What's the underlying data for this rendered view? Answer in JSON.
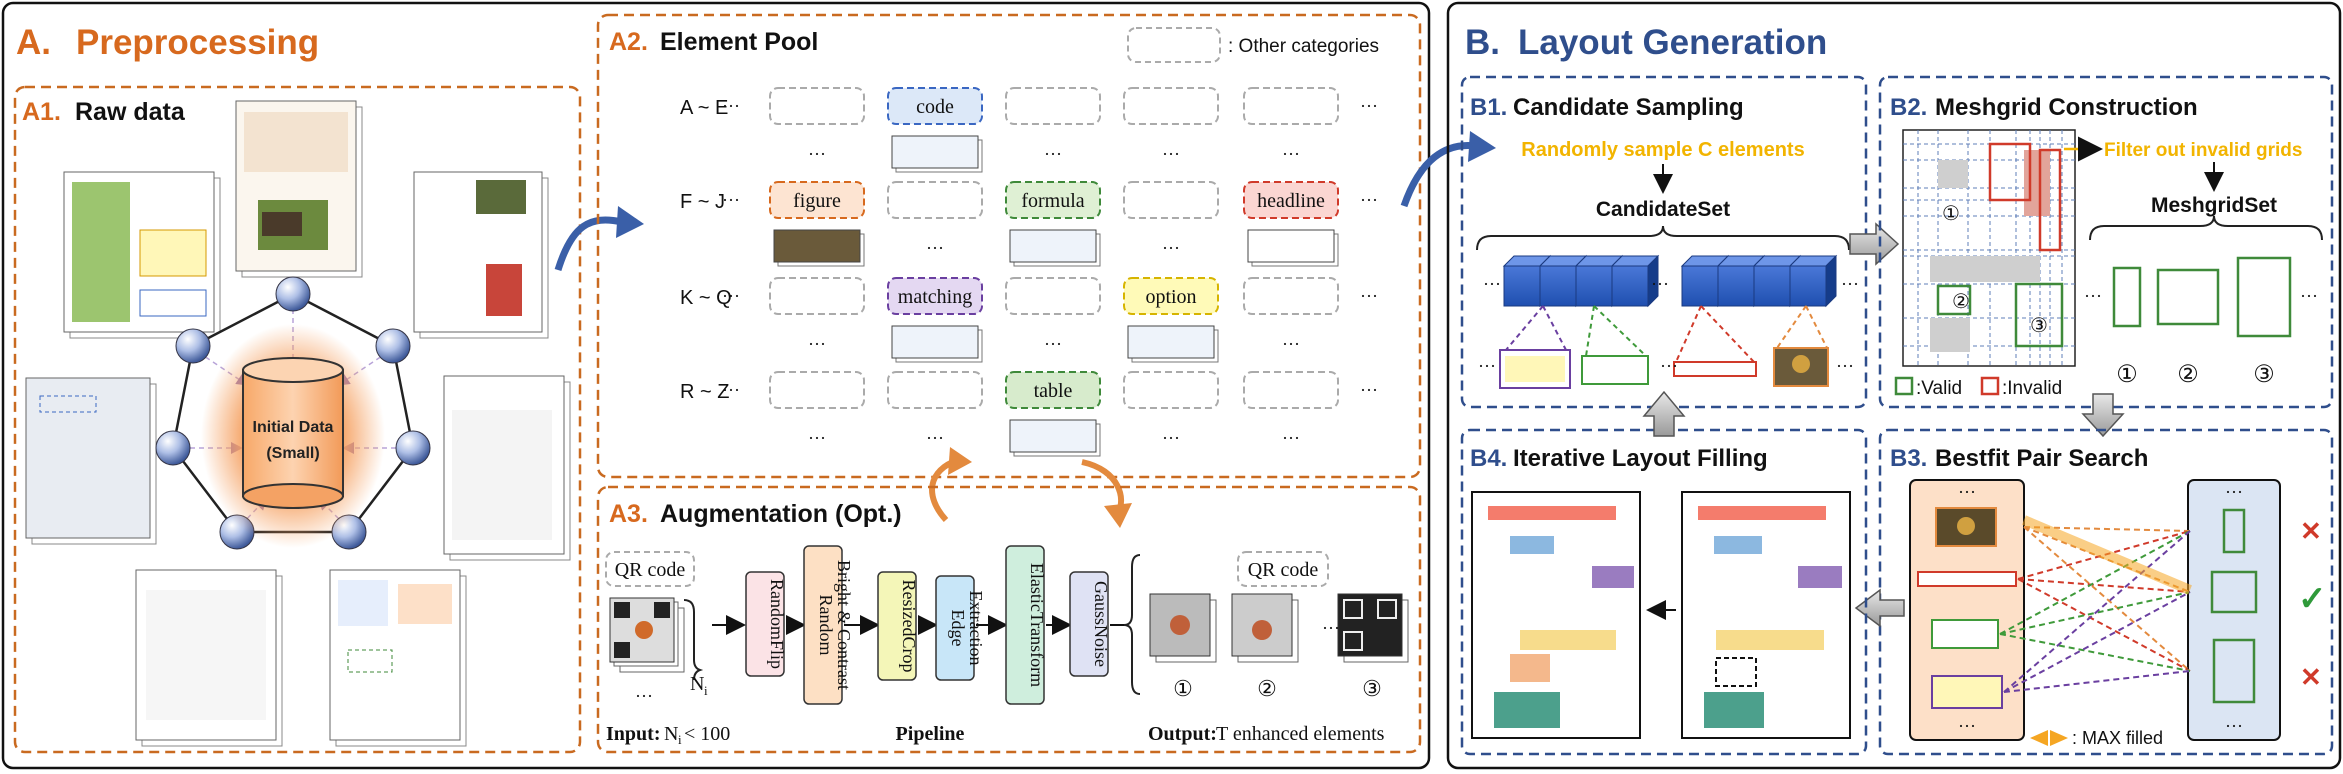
{
  "panelA": {
    "title_letter": "A.",
    "title": "Preprocessing",
    "a1": {
      "tag": "A1.",
      "title": "Raw data",
      "hub_line1": "Initial Data",
      "hub_line2": "(Small)"
    },
    "a2": {
      "tag": "A2.",
      "title": "Element Pool",
      "legend": ": Other categories",
      "rows": [
        "A ~ E",
        "F ~ J",
        "K ~ Q",
        "R ~ Z"
      ],
      "ellipsis": "···",
      "labels": {
        "code": "code",
        "figure": "figure",
        "formula": "formula",
        "headline": "headline",
        "matching": "matching",
        "option": "option",
        "table": "table"
      }
    },
    "a3": {
      "tag": "A3.",
      "title": "Augmentation (Opt.)",
      "qr_label": "QR code",
      "qr_label_out": "QR code",
      "ni": "N",
      "ni_sub": "i",
      "steps": [
        "RandomFlip",
        "Random\nBright & Contrast",
        "ResizedCrop",
        "Edge\nExtraction",
        "ElasticTransform",
        "GaussNoise"
      ],
      "input_label": "Input:",
      "input_text": "N",
      "input_sub": "i",
      "input_rest": " < 100",
      "pipeline": "Pipeline",
      "output_label": "Output:",
      "output_text": " T enhanced elements",
      "outputs": [
        "①",
        "②",
        "③"
      ]
    }
  },
  "panelB": {
    "title_letter": "B.",
    "title": "Layout Generation",
    "b1": {
      "tag": "B1.",
      "title": "Candidate Sampling",
      "sample_text": "Randomly sample C elements",
      "candidate_set": "CandidateSet"
    },
    "b2": {
      "tag": "B2.",
      "title": "Meshgrid Construction",
      "filter_text": "Filter out invalid grids",
      "meshgrid_set": "MeshgridSet",
      "valid": ":Valid",
      "invalid": ":Invalid",
      "grid_nums": [
        "①",
        "②",
        "③"
      ],
      "set_nums": [
        "①",
        "②",
        "③"
      ]
    },
    "b3": {
      "tag": "B3.",
      "title": "Bestfit Pair Search",
      "max_filled": ": MAX filled",
      "marks": [
        "✕",
        "✓",
        "✕"
      ]
    },
    "b4": {
      "tag": "B4.",
      "title": "Iterative Layout Filling"
    }
  },
  "colors": {
    "orange": "#d7691e",
    "blue": "#2f4e8c",
    "yellow": "#f2b400",
    "green": "#3f8a3a",
    "red": "#d03a2a",
    "purple": "#6a3fa0"
  }
}
